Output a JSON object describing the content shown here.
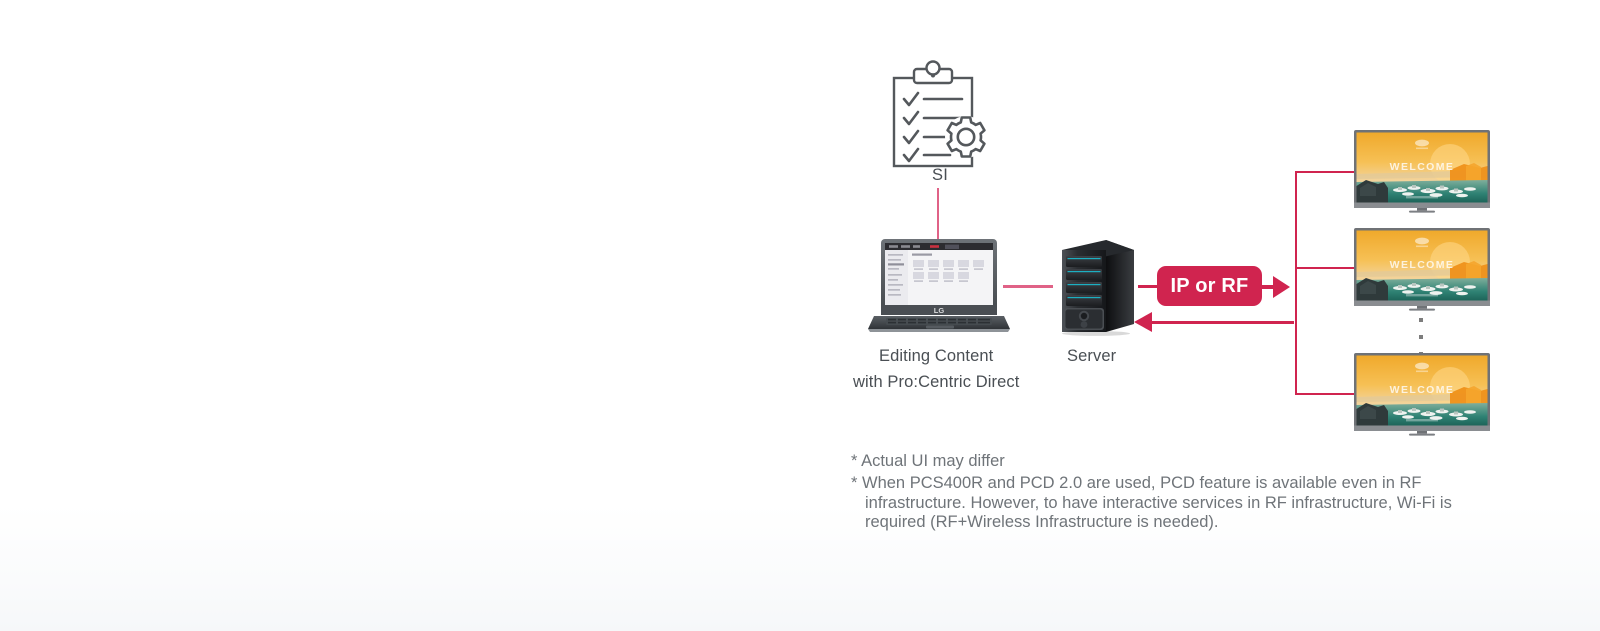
{
  "diagram": {
    "title": "Pro:Centric Direct system integration diagram",
    "nodes": {
      "si": {
        "label": "SI",
        "icon": "clipboard-checklist-gear-icon"
      },
      "laptop": {
        "icon": "laptop-icon",
        "brand": "LG",
        "label_line1": "Editing Content",
        "label_line2": "with Pro:Centric Direct"
      },
      "server": {
        "icon": "server-tower-icon",
        "label": "Server"
      },
      "televisions": [
        {
          "icon": "tv-icon",
          "screen_text": "WELCOME"
        },
        {
          "icon": "tv-icon",
          "screen_text": "WELCOME"
        },
        {
          "icon": "tv-icon",
          "screen_text": "WELCOME"
        }
      ],
      "tv_more_indicator": "⋮"
    },
    "connector_badge": {
      "label": "IP or RF"
    },
    "colors": {
      "accent": "#d0244f",
      "line_light": "#e06287",
      "text": "#4a4f54",
      "footnote_text": "#6f7479",
      "tv_sky": "#f5b335",
      "tv_sea": "#2e7f72"
    }
  },
  "footnotes": {
    "note1": "* Actual UI may differ",
    "note2_lead": "* When PCS400R and PCD 2.0 are used, PCD feature is available even in RF",
    "note2_cont1": "infrastructure. However, to have interactive services in RF infrastructure, Wi-Fi is",
    "note2_cont2": "required (RF+Wireless Infrastructure is needed)."
  }
}
